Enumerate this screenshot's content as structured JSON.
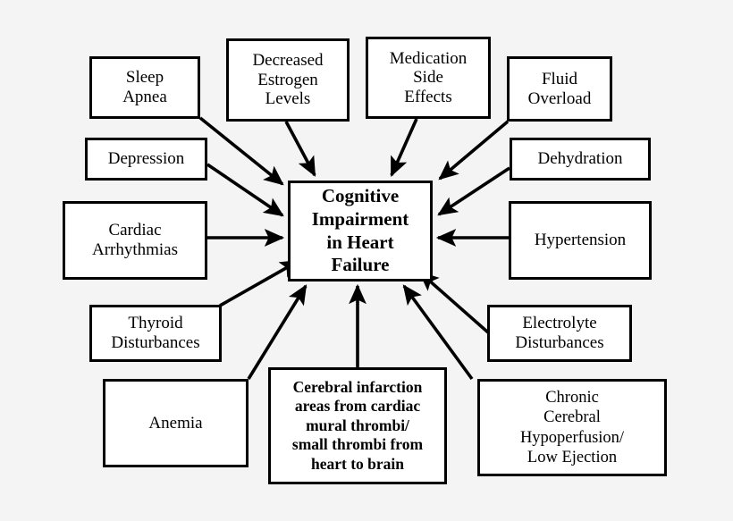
{
  "diagram": {
    "title": "Cognitive Impairment in Heart Failure",
    "type": "concept-map",
    "background_color": "#f4f4f4",
    "node_fill_color": "#ffffff",
    "line_color": "#000000",
    "center": {
      "id": "cognitive-impairment-in-heart-failure",
      "label": "Cognitive\nImpairment\nin Heart\nFailure"
    },
    "factors": [
      {
        "id": "sleep-apnea",
        "label": "Sleep\nApnea"
      },
      {
        "id": "decreased-estrogen-levels",
        "label": "Decreased\nEstrogen\nLevels"
      },
      {
        "id": "medication-side-effects",
        "label": "Medication\nSide\nEffects"
      },
      {
        "id": "fluid-overload",
        "label": "Fluid\nOverload"
      },
      {
        "id": "depression",
        "label": "Depression"
      },
      {
        "id": "dehydration",
        "label": "Dehydration"
      },
      {
        "id": "cardiac-arrhythmias",
        "label": "Cardiac\nArrhythmias"
      },
      {
        "id": "hypertension",
        "label": "Hypertension"
      },
      {
        "id": "thyroid-disturbances",
        "label": "Thyroid\nDisturbances"
      },
      {
        "id": "electrolyte-disturbances",
        "label": "Electrolyte\nDisturbances"
      },
      {
        "id": "anemia",
        "label": "Anemia"
      },
      {
        "id": "cerebral-infarction",
        "label": "Cerebral infarction\nareas from cardiac\nmural thrombi/\nsmall thrombi from\nheart to brain"
      },
      {
        "id": "chronic-cerebral-hypoperfusion",
        "label": "Chronic\nCerebral\nHypoperfusion/\nLow Ejection"
      }
    ],
    "edges": [
      {
        "from": "sleep-apnea",
        "to": "cognitive-impairment-in-heart-failure"
      },
      {
        "from": "decreased-estrogen-levels",
        "to": "cognitive-impairment-in-heart-failure"
      },
      {
        "from": "medication-side-effects",
        "to": "cognitive-impairment-in-heart-failure"
      },
      {
        "from": "fluid-overload",
        "to": "cognitive-impairment-in-heart-failure"
      },
      {
        "from": "depression",
        "to": "cognitive-impairment-in-heart-failure"
      },
      {
        "from": "dehydration",
        "to": "cognitive-impairment-in-heart-failure"
      },
      {
        "from": "cardiac-arrhythmias",
        "to": "cognitive-impairment-in-heart-failure"
      },
      {
        "from": "hypertension",
        "to": "cognitive-impairment-in-heart-failure"
      },
      {
        "from": "thyroid-disturbances",
        "to": "cognitive-impairment-in-heart-failure"
      },
      {
        "from": "electrolyte-disturbances",
        "to": "cognitive-impairment-in-heart-failure"
      },
      {
        "from": "anemia",
        "to": "cognitive-impairment-in-heart-failure"
      },
      {
        "from": "cerebral-infarction",
        "to": "cognitive-impairment-in-heart-failure"
      },
      {
        "from": "chronic-cerebral-hypoperfusion",
        "to": "cognitive-impairment-in-heart-failure"
      }
    ]
  }
}
